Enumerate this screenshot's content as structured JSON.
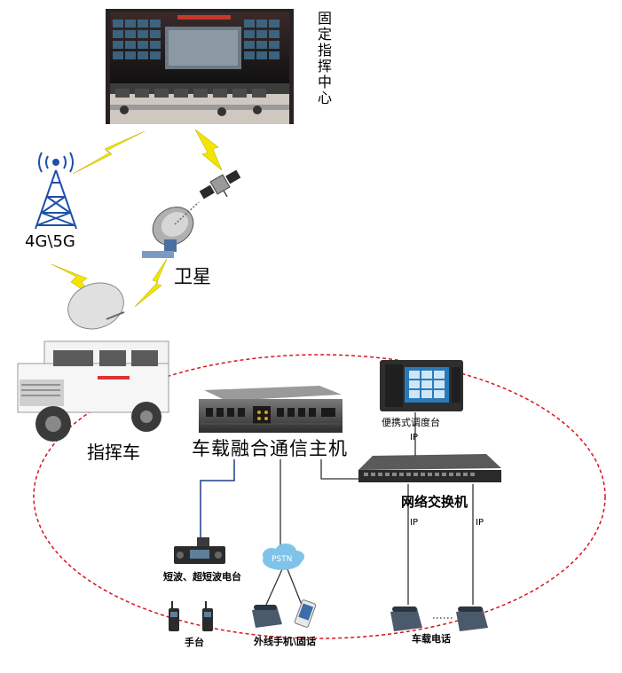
{
  "labels": {
    "center": "固定指挥中心",
    "tower": "4G\\5G",
    "satellite": "卫星",
    "vehicle": "指挥车",
    "host": "车载融合通信主机",
    "dispatch": "便携式调度台",
    "dispatch_ip": "IP",
    "switch": "网络交换机",
    "switch_ip_left": "IP",
    "switch_ip_right": "IP",
    "radio": "短波、超短波电台",
    "pstn": "PSTN",
    "handheld": "手台",
    "external": "外线手机\\固话",
    "car_phone": "车载电话"
  },
  "colors": {
    "lightning": "#f2e600",
    "ellipse": "#d9141e",
    "tower": "#1f4fa8",
    "radio_link": "#1f3f8c",
    "cloud": "#7fc3e8",
    "link_line": "#333333"
  }
}
